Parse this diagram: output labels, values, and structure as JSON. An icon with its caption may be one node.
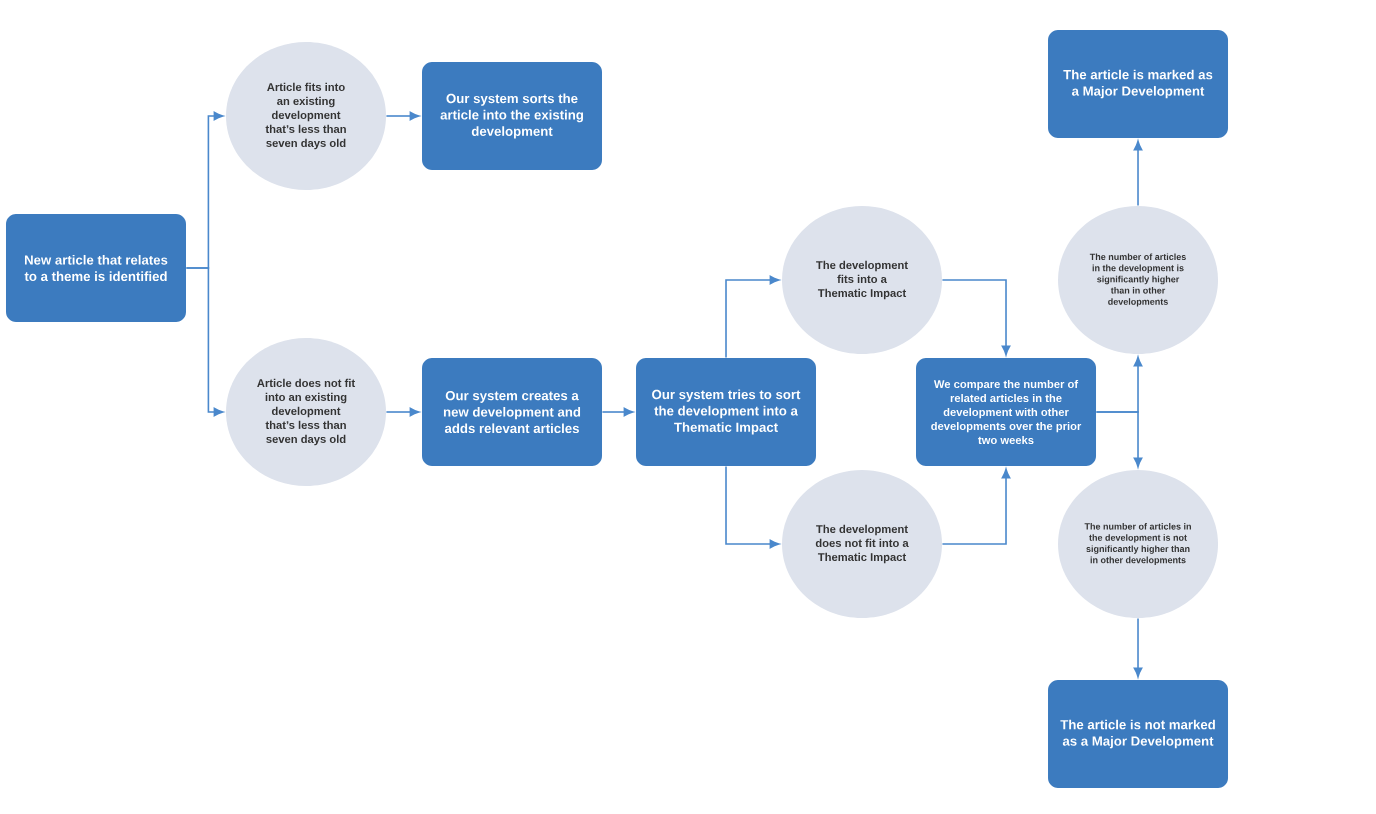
{
  "diagram": {
    "nodes": [
      {
        "text": [
          "New article that relates to a theme is identified"
        ]
      },
      {
        "text": [
          "Article fits into an existing development that’s less than seven days old"
        ]
      },
      {
        "text": [
          "Our system sorts the article into the existing development"
        ]
      },
      {
        "text": [
          "Article does not fit into an existing development that’s less than seven days old"
        ]
      },
      {
        "text": [
          "Our system creates a new development and adds relevant articles"
        ]
      },
      {
        "text": [
          "Our system tries to sort the development into a Thematic Impact"
        ]
      },
      {
        "text": [
          "The development fits into a Thematic Impact"
        ]
      },
      {
        "text": [
          "The development does not fit into a Thematic Impact"
        ]
      },
      {
        "text": [
          "We compare the number of related articles in the development with other developments over the prior two weeks"
        ]
      },
      {
        "text": [
          "The article is marked as a Major Development"
        ]
      },
      {
        "text": [
          "The number of articles in the development is significantly higher than in other developments"
        ]
      },
      {
        "text": [
          "The number of articles in the development is not significantly higher than in other developments"
        ]
      },
      {
        "text": [
          "The article is not marked as a Major Development"
        ]
      }
    ],
    "edges": [
      {
        "from": 0,
        "to": 1,
        "arrow": "to"
      },
      {
        "from": 0,
        "to": 3,
        "arrow": "to"
      },
      {
        "from": 1,
        "to": 2,
        "arrow": "to"
      },
      {
        "from": 3,
        "to": 4,
        "arrow": "to"
      },
      {
        "from": 4,
        "to": 5,
        "arrow": "to"
      },
      {
        "from": 5,
        "to": 6,
        "arrow": "to"
      },
      {
        "from": 5,
        "to": 7,
        "arrow": "to"
      },
      {
        "from": 6,
        "to": 8,
        "arrow": "to"
      },
      {
        "from": 7,
        "to": 8,
        "arrow": "to"
      },
      {
        "from": 8,
        "to": 10,
        "arrow": "to"
      },
      {
        "from": 8,
        "to": 11,
        "arrow": "to"
      },
      {
        "from": 10,
        "to": 9,
        "arrow": "to"
      },
      {
        "from": 11,
        "to": 12,
        "arrow": "to"
      }
    ]
  }
}
